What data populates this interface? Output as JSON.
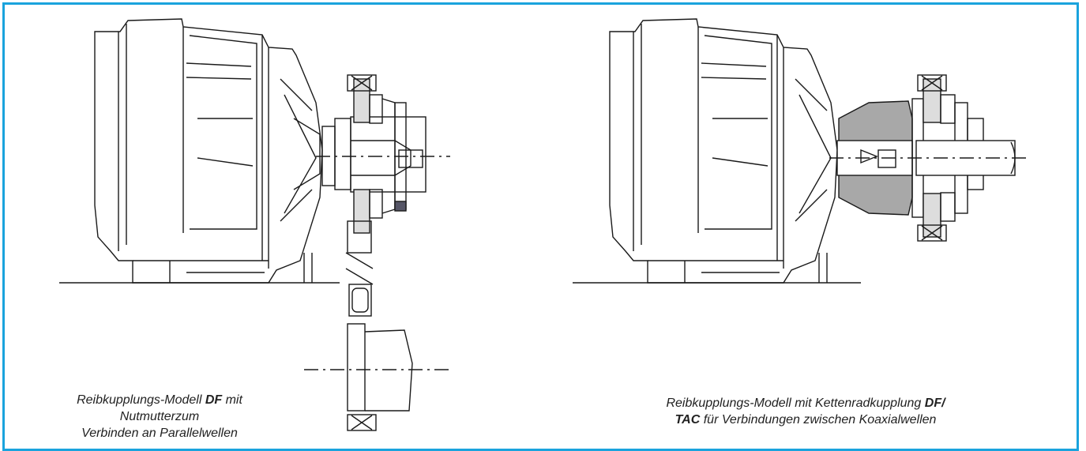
{
  "colors": {
    "frame": "#1aa3dd",
    "line": "#1a1a1a",
    "fill_gray": "#a8a8a8"
  },
  "captions": {
    "left": {
      "line1_pre": "Reibkupplungs-Modell ",
      "line1_bold": "DF",
      "line1_post": " mit",
      "line2": "Nutmutterzum",
      "line3": "Verbinden an Parallelwellen"
    },
    "right": {
      "line1_pre": "Reibkupplungs-Modell mit Kettenradkupplung ",
      "line1_bold": "DF/",
      "line2_bold": "TAC",
      "line2_post": " für Verbindungen zwischen Koaxialwellen"
    }
  }
}
